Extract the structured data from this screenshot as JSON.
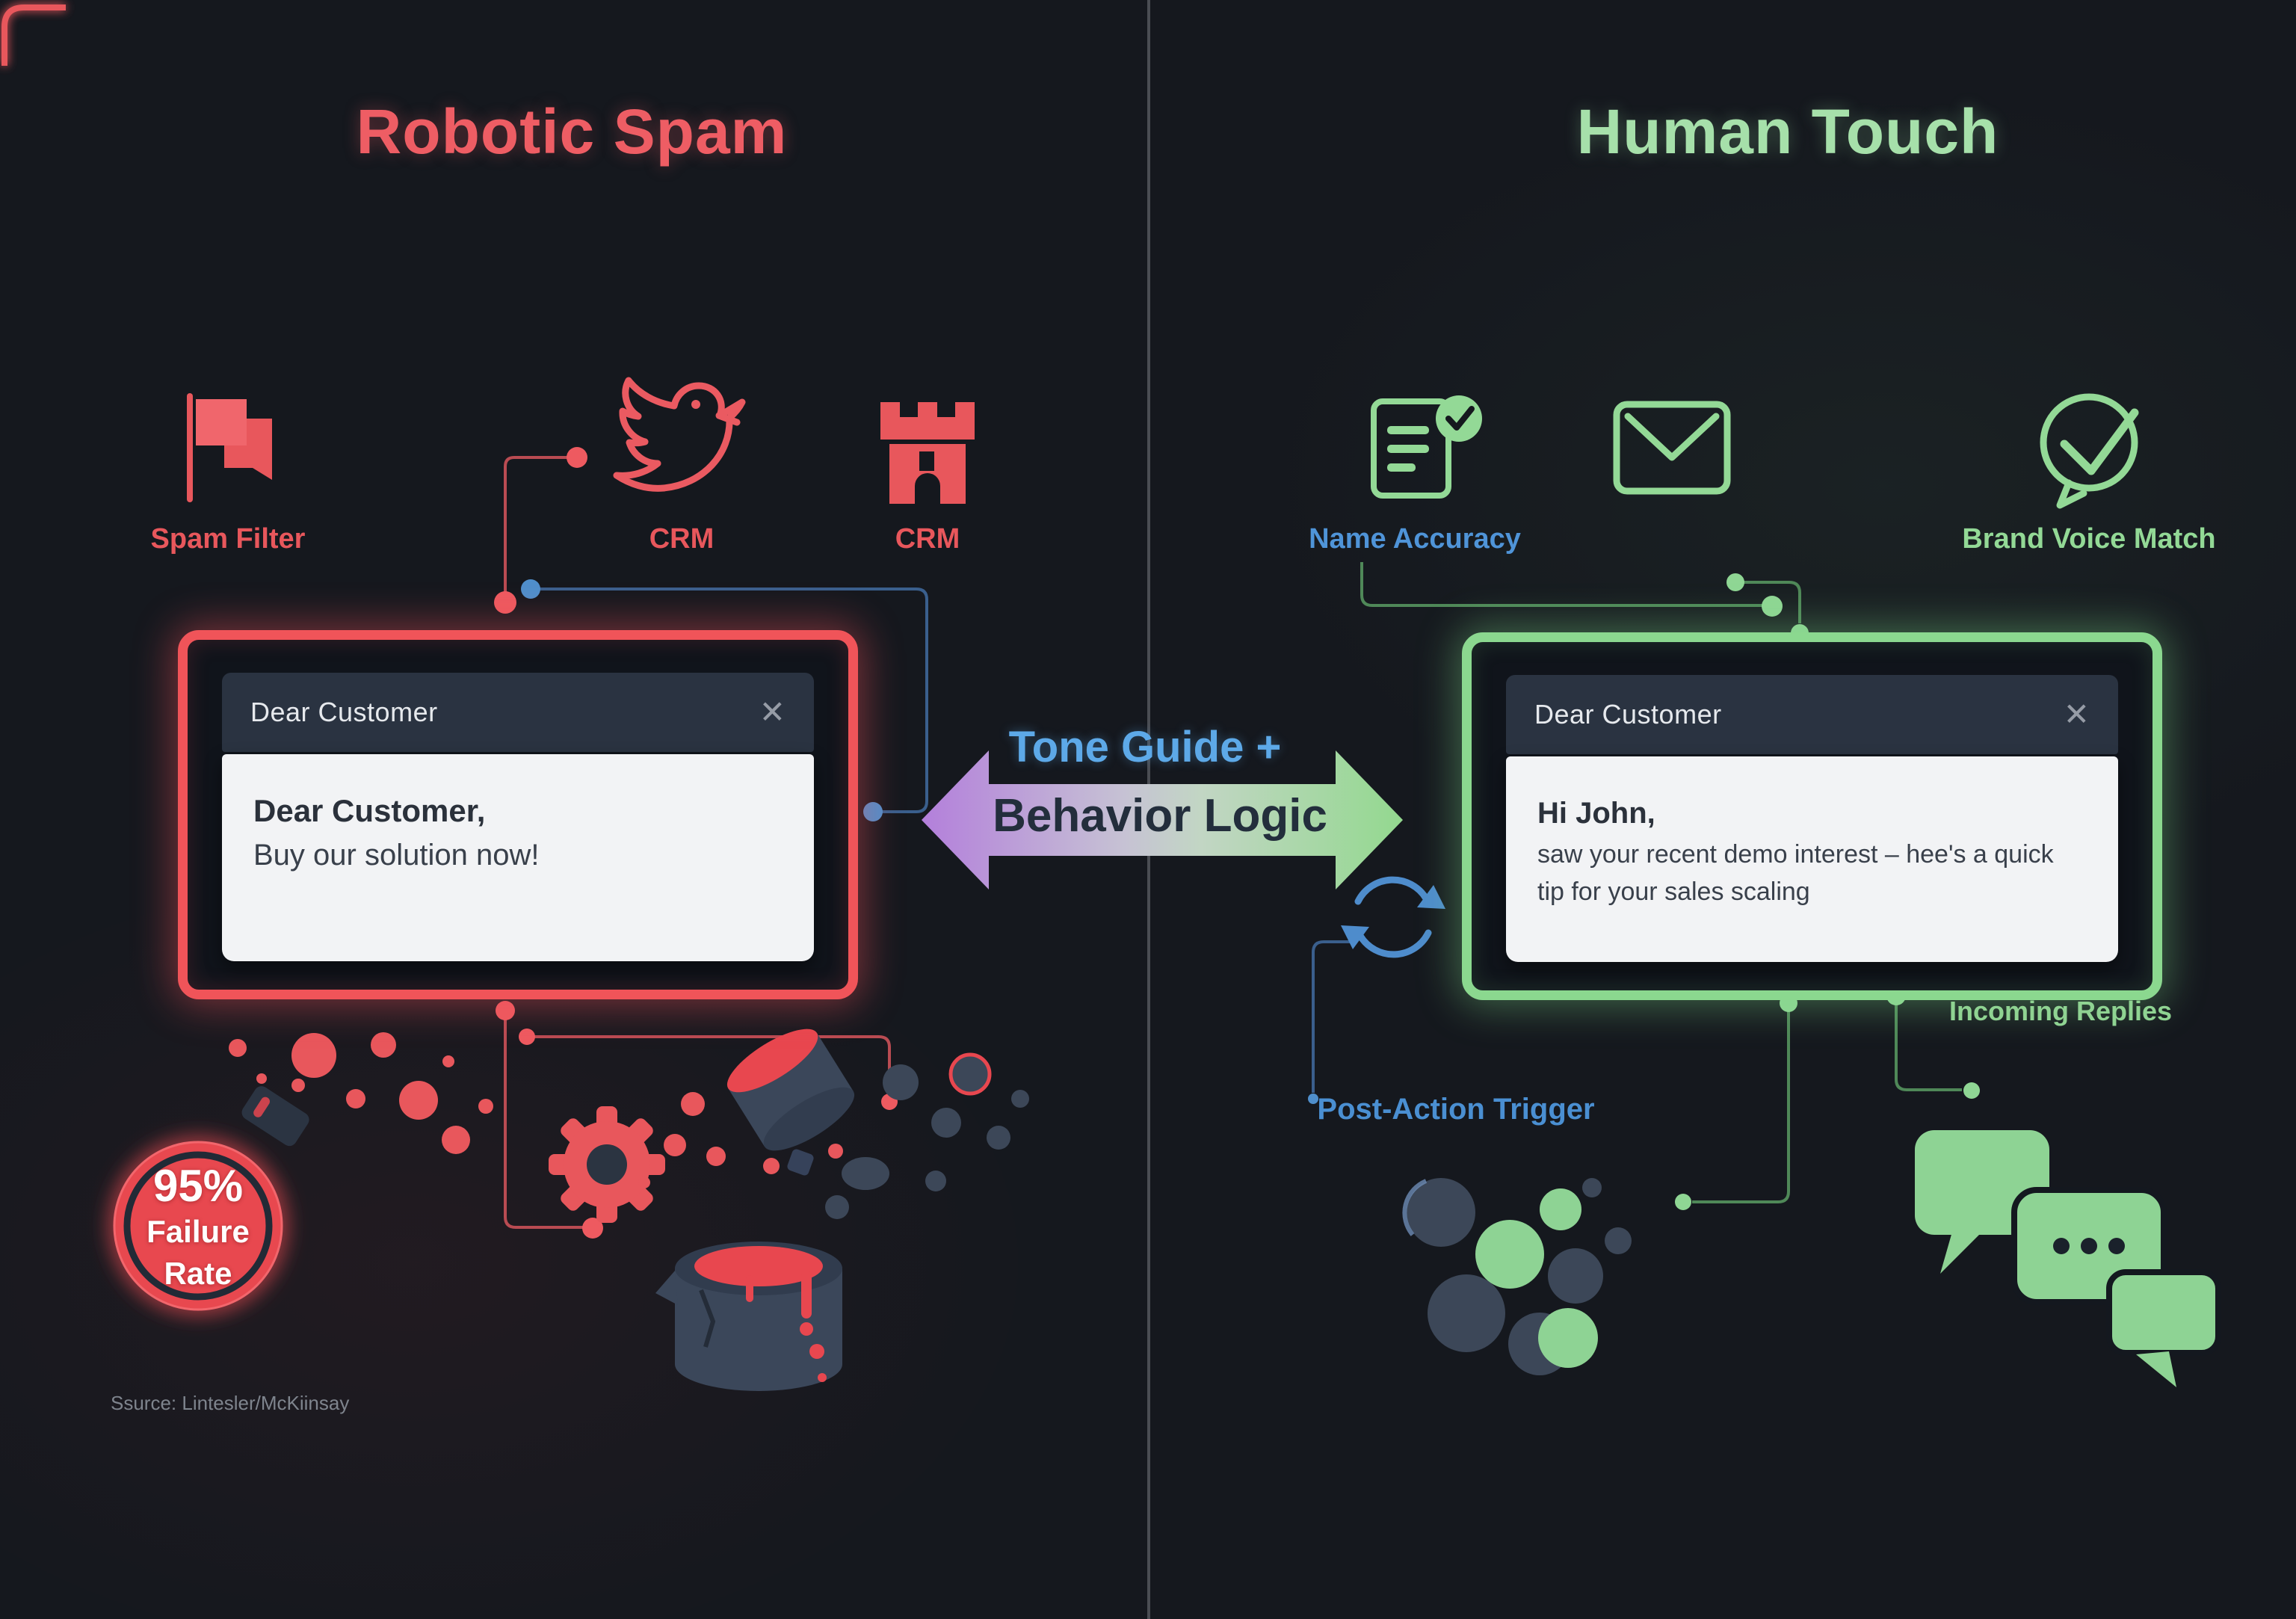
{
  "left": {
    "title": "Robotic Spam",
    "icons": [
      {
        "icon": "flag-icon",
        "label": "Spam Filter"
      },
      {
        "icon": "bird-icon",
        "label": "CRM"
      },
      {
        "icon": "castle-icon",
        "label": "CRM"
      }
    ],
    "window": {
      "title": "Dear Customer",
      "close": "✕",
      "line1": "Dear Customer,",
      "line2": "Buy our solution now!"
    },
    "badge": {
      "value": "95%",
      "line2": "Failure",
      "line3": "Rate"
    },
    "source": "Ssurce: Lintesler/McKiinsay"
  },
  "center": {
    "arrow_line1": "Tone Guide +",
    "arrow_line2": "Behavior Logic"
  },
  "right": {
    "title": "Human Touch",
    "icons": [
      {
        "icon": "document-check-icon",
        "label": "Name Accuracy"
      },
      {
        "icon": "envelope-icon",
        "label": ""
      },
      {
        "icon": "speech-check-icon",
        "label": "Brand Voice Match"
      }
    ],
    "window": {
      "title": "Dear Customer",
      "close": "✕",
      "line1": "Hi John,",
      "line2": "saw your recent demo interest – hee's a quick",
      "line3": "tip for your sales scaling"
    },
    "post_action_label": "Post-Action Trigger",
    "incoming_label": "Incoming Replies"
  },
  "palette": {
    "background": "#15181e",
    "red_accent": "#ee5a60",
    "red_deep": "#e8474f",
    "green_accent": "#8fd694",
    "green_title": "#a6e0aa",
    "blue_accent": "#4f93d6",
    "purple_arrow": "#b37fdb",
    "titlebar": "#2a3341",
    "card_white": "#f2f3f5",
    "divider": "#53575d"
  }
}
